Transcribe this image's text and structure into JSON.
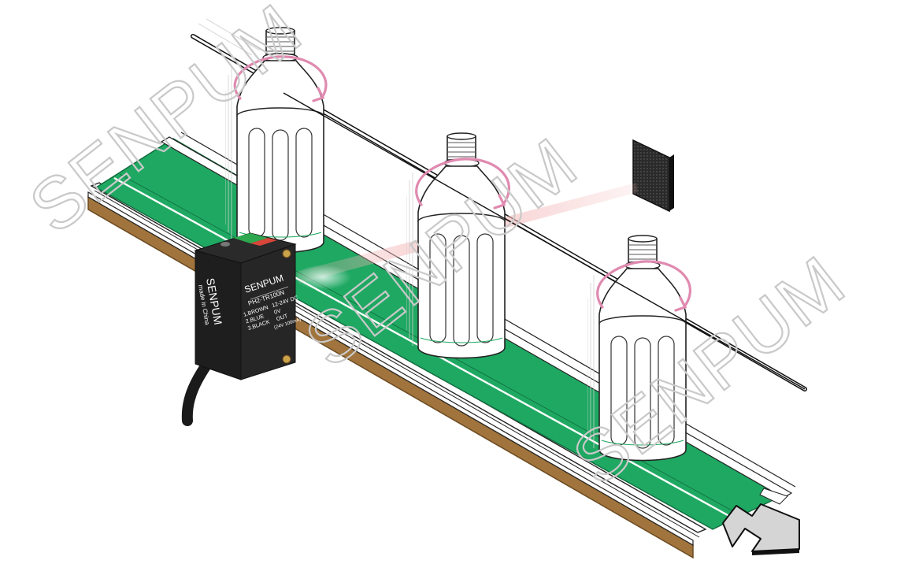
{
  "watermark": {
    "text": "SENPUM"
  },
  "sensor": {
    "brand": "SENPUM",
    "origin": "made in China",
    "model": "PH2-TR100N",
    "wiring": [
      {
        "wire": "1.BROWN",
        "function": "12-24V DC"
      },
      {
        "wire": "2.BLUE",
        "function": "0V"
      },
      {
        "wire": "3.BLACK",
        "function": "OUT"
      }
    ],
    "output_rating": "(24V 100mA)"
  },
  "colors": {
    "belt": "#1fa862",
    "belt_dark": "#0f6b3c",
    "frame": "#a0743c",
    "frame_dark": "#6b4a22",
    "rotation_arrow": "#e08ab0",
    "sensor_body": "#1e1e1e",
    "indicator_green": "#2ea84f",
    "indicator_red": "#d8463a",
    "beam": "#f4b6b6",
    "direction_arrow": "#d5d5d5"
  },
  "icons": {
    "rotation": "circular-arrow-icon",
    "direction": "flow-arrow-icon",
    "reflector": "reflector-panel-icon"
  }
}
